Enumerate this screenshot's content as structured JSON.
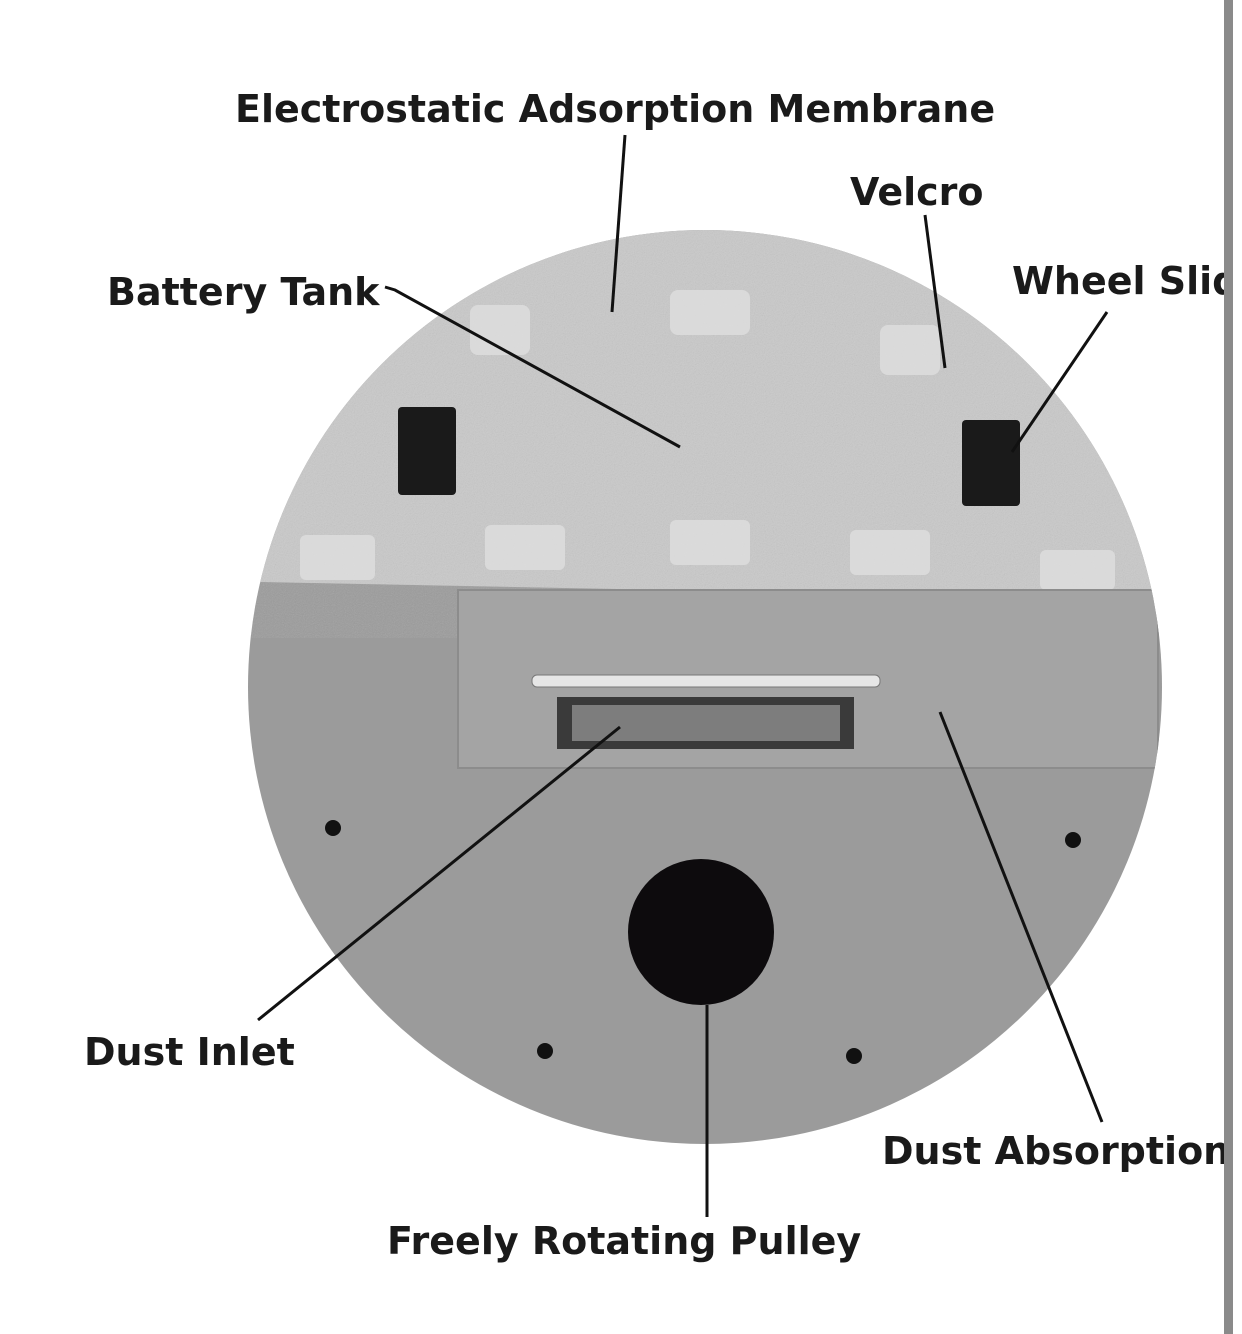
{
  "labels": {
    "membrane": "Electrostatic Adsorption Membrane",
    "velcro": "Velcro",
    "battery": "Battery Tank",
    "wheel": "Wheel Slide",
    "dust_inlet": "Dust Inlet",
    "dust_absorption": "Dust Absorption",
    "pulley": "Freely Rotating Pulley"
  },
  "colors": {
    "felt": "#c9c9c9",
    "body": "#9b9b9b",
    "panel": "#a3a3a3",
    "dark": "#111111"
  }
}
